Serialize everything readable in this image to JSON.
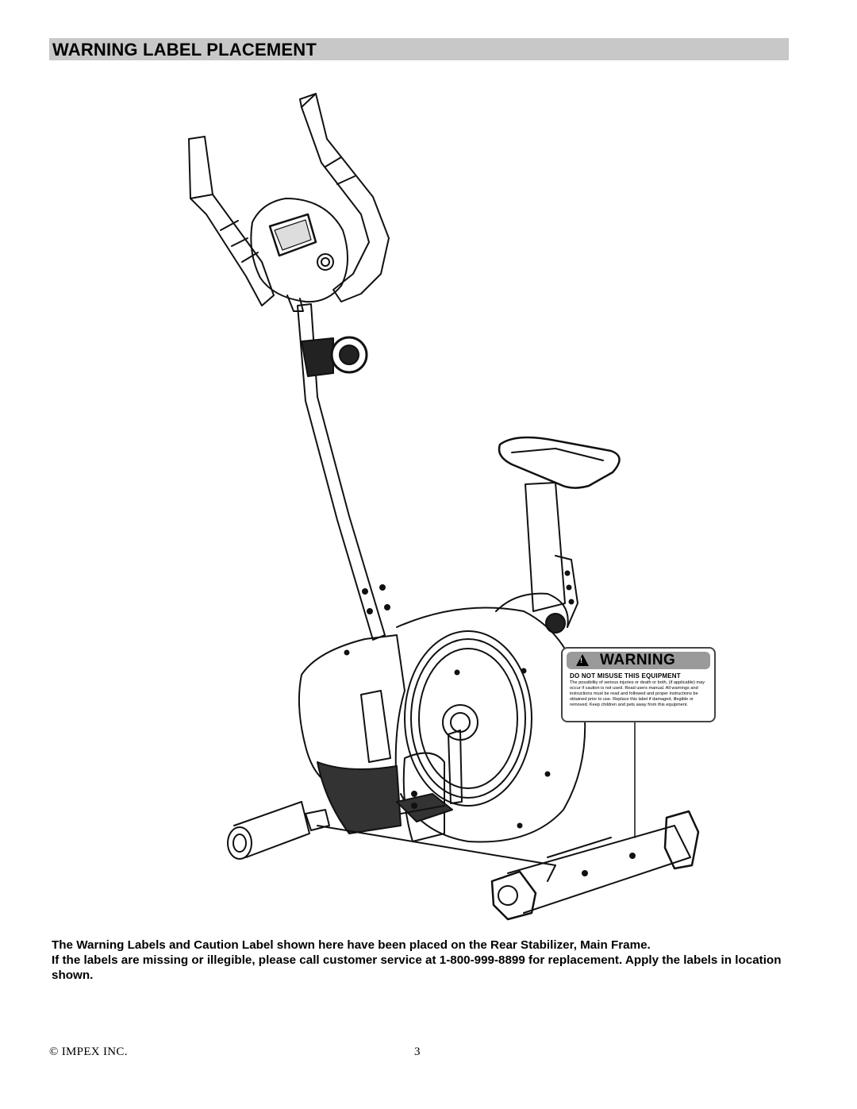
{
  "header": {
    "title": "WARNING LABEL PLACEMENT"
  },
  "warning_label": {
    "heading": "WARNING",
    "subheading": "DO NOT MISUSE THIS EQUIPMENT",
    "body": "The possibility of serious injuries or death or both, (if applicable) may occur if caution is not used. Read users manual. All warnings and instructions must be read and followed and proper instructions be obtained prior to use. Replace this label if damaged, illegible or removed. Keep children and pets away from this equipment."
  },
  "instructions": {
    "line1": "The Warning Labels and Caution Label shown here have been placed on the Rear Stabilizer, Main Frame.",
    "line2": "If the labels are missing or illegible, please call customer service at 1-800-999-8899 for replacement.  Apply the labels in location shown."
  },
  "footer": {
    "copyright": "© IMPEX INC.",
    "page_number": "3"
  }
}
